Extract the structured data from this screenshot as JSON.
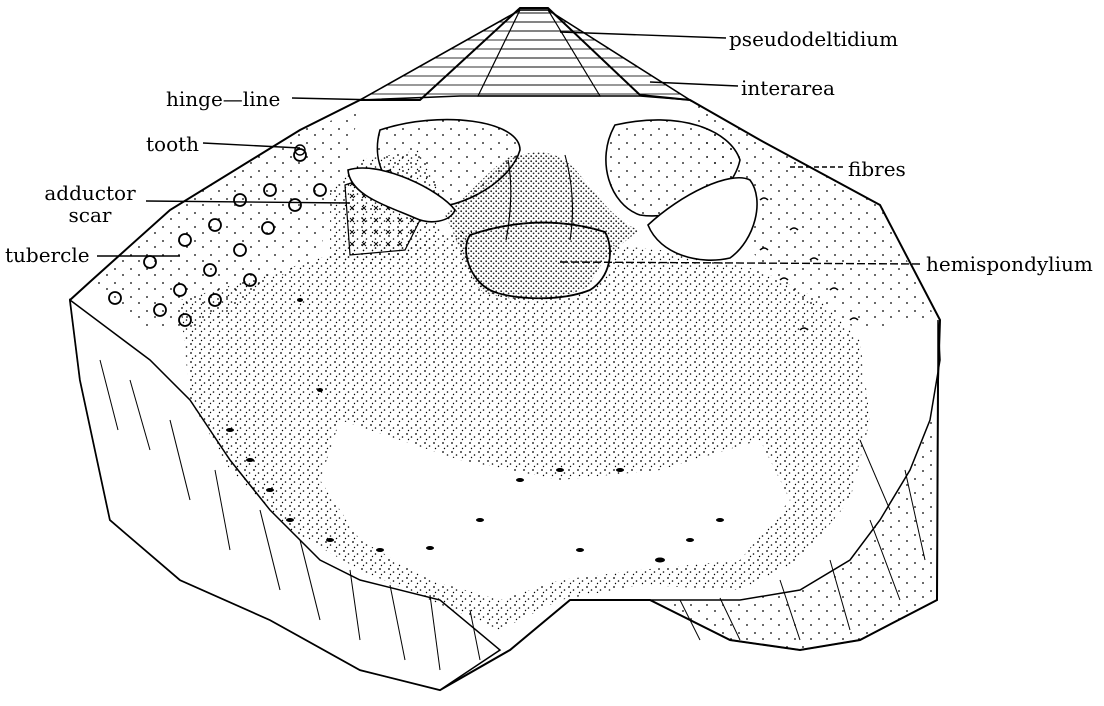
{
  "labels": {
    "pseudodeltidium": "pseudodeltidium",
    "interarea": "interarea",
    "hinge_line": "hinge—line",
    "tooth": "tooth",
    "fibres": "fibres",
    "adductor_scar_line1": "adductor",
    "adductor_scar_line2": "scar",
    "tubercle": "tubercle",
    "hemispondylium": "hemispondylium"
  },
  "colors": {
    "ink": "#000000",
    "paper": "#ffffff"
  }
}
